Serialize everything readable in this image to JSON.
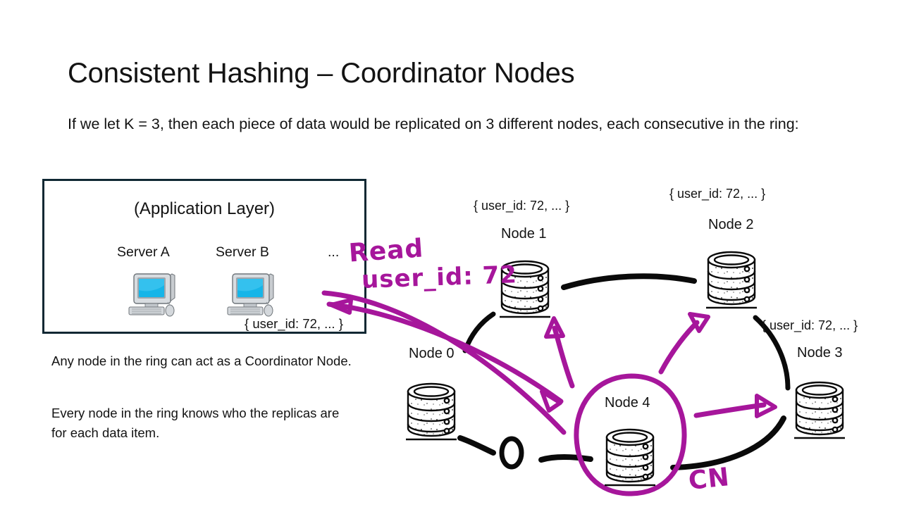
{
  "slide": {
    "title": "Consistent Hashing – Coordinator Nodes",
    "subtitle": "If we let K = 3, then each piece of data would be replicated on 3 different nodes, each consecutive in the ring:"
  },
  "app_box": {
    "title": "(Application Layer)",
    "server_a_label": "Server A",
    "server_b_label": "Server B",
    "ellipsis": "...",
    "data_label": "{ user_id: 72, ... }",
    "border_color": "#102833"
  },
  "notes": {
    "para_1": "Any node in the ring can act as a Coordinator Node.",
    "para_2": "Every node in the ring knows who the replicas are for each data item."
  },
  "ring": {
    "nodes": [
      {
        "name": "Node 0",
        "data": ""
      },
      {
        "name": "Node 1",
        "data": "{ user_id: 72, ... }"
      },
      {
        "name": "Node 2",
        "data": "{ user_id: 72, ... }"
      },
      {
        "name": "Node 3",
        "data": "{ user_id: 72, ... }"
      },
      {
        "name": "Node 4",
        "data": ""
      }
    ],
    "ring_gap_marker": "O"
  },
  "annotations": {
    "color": "#A6169B",
    "read_line_1": "Read",
    "read_line_2": "user_id: 72",
    "coordinator_label": "CN"
  }
}
